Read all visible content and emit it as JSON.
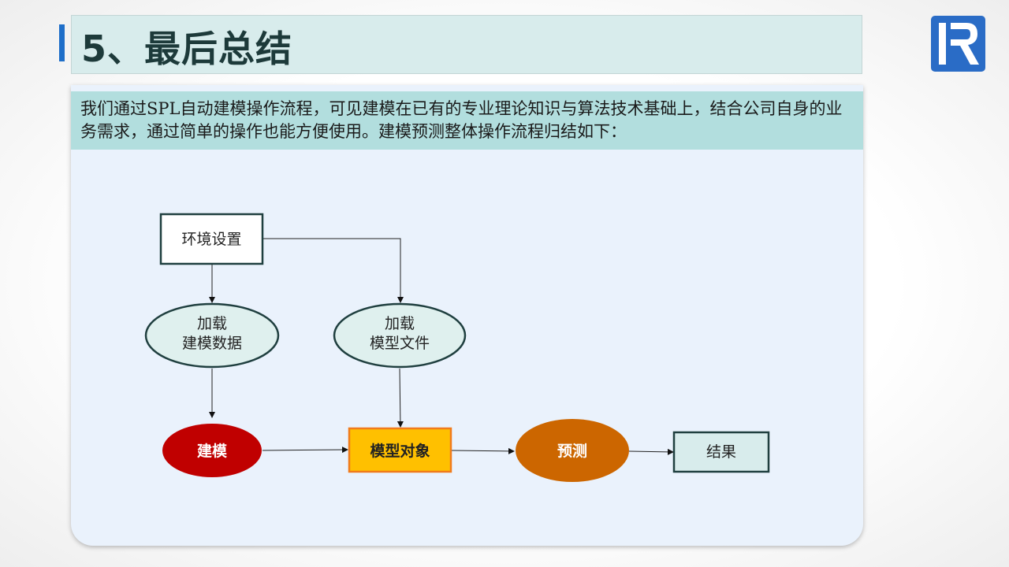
{
  "slide": {
    "title": "5、最后总结",
    "intro": "我们通过SPL自动建模操作流程，可见建模在已有的专业理论知识与算法技术基础上，结合公司自身的业务需求，通过简单的操作也能方便使用。建模预测整体操作流程归结如下："
  },
  "logo": {
    "accent": "#2a6cc6",
    "description_icon": "r-logo-icon"
  },
  "flow": {
    "env": "环境设置",
    "load_data_1": "加载",
    "load_data_2": "建模数据",
    "load_model_1": "加载",
    "load_model_2": "模型文件",
    "build": "建模",
    "model_object": "模型对象",
    "predict": "预测",
    "result": "结果"
  },
  "colors": {
    "title_accent": "#1f6fc9",
    "title_bg": "#d8ecec",
    "intro_bg": "#b2dede",
    "card_bg": "#eaf2fc",
    "ellipse_fill": "#dff0ee",
    "node_border": "#1f3f3f",
    "build_fill": "#c00000",
    "model_object_fill": "#ffc000",
    "model_object_border": "#f07b1c",
    "predict_fill": "#cc6600",
    "result_fill": "#d8ecec"
  }
}
